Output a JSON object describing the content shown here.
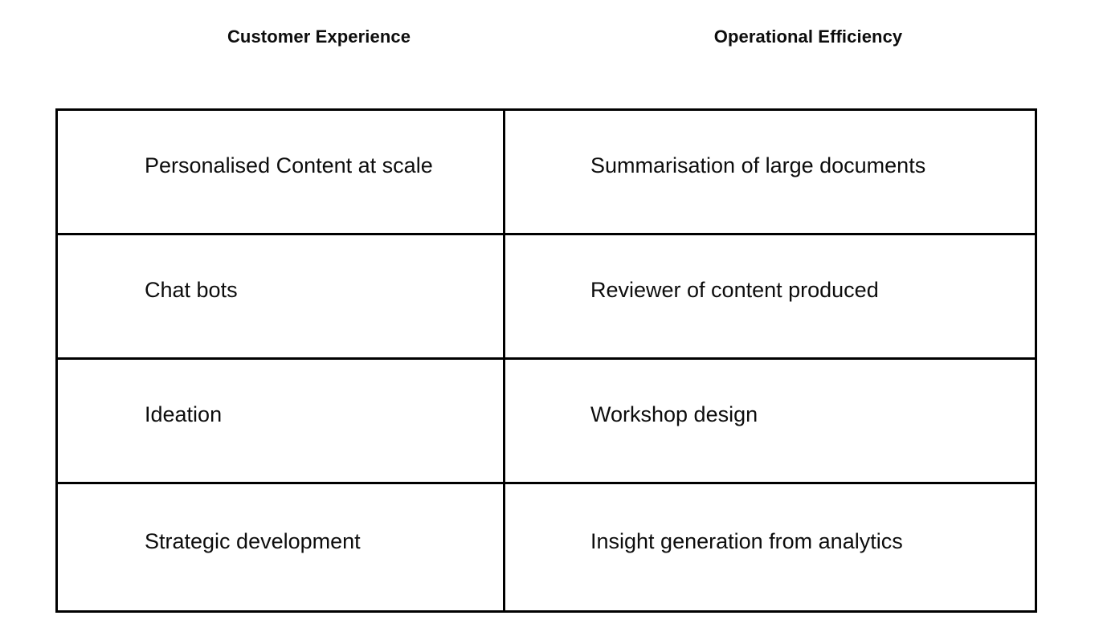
{
  "page": {
    "background_color": "#ffffff",
    "text_color": "#0d0d0d",
    "border_color": "#000000"
  },
  "headings": {
    "left": "Customer Experience",
    "right": "Operational Efficiency"
  },
  "table": {
    "columns": [
      "Customer Experience",
      "Operational Efficiency"
    ],
    "rows": [
      {
        "customer_experience": "Personalised Content at scale",
        "operational_efficiency": "Summarisation of large documents"
      },
      {
        "customer_experience": "Chat bots",
        "operational_efficiency": "Reviewer of content produced"
      },
      {
        "customer_experience": "Ideation",
        "operational_efficiency": "Workshop design"
      },
      {
        "customer_experience": "Strategic development",
        "operational_efficiency": "Insight generation from analytics"
      }
    ]
  }
}
